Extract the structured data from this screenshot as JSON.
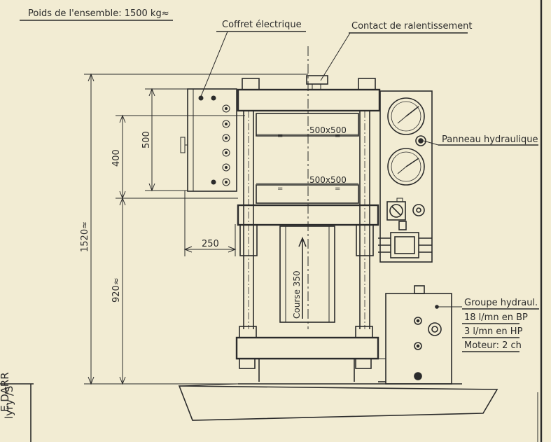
{
  "header": {
    "weight_label": "Poids de l'ensemble: 1500 kg≈"
  },
  "labels": {
    "coffret": "Coffret électrique",
    "contact": "Contact de ralentissement",
    "panneau": "Panneau hydraulique",
    "course": "Course 350"
  },
  "dimensions": {
    "platen_upper": "500x500",
    "platen_lower": "500x500",
    "d_500": "500",
    "d_400": "400",
    "d_1520": "1520≈",
    "d_920": "920≈",
    "d_250": "250",
    "eq1": "=",
    "eq2": "=",
    "eq3": "=",
    "eq4": "="
  },
  "groupe": {
    "title": "Groupe hydraul.",
    "line1": "18 l/mn en BP",
    "line2": "3 l/mn en HP",
    "line3": "Moteur: 2 ch"
  },
  "title_block": {
    "line1": "E.DARR",
    "line2": "lyry /S"
  },
  "colors": {
    "paper": "#f2ecd3",
    "ink": "#2b2b2b"
  }
}
